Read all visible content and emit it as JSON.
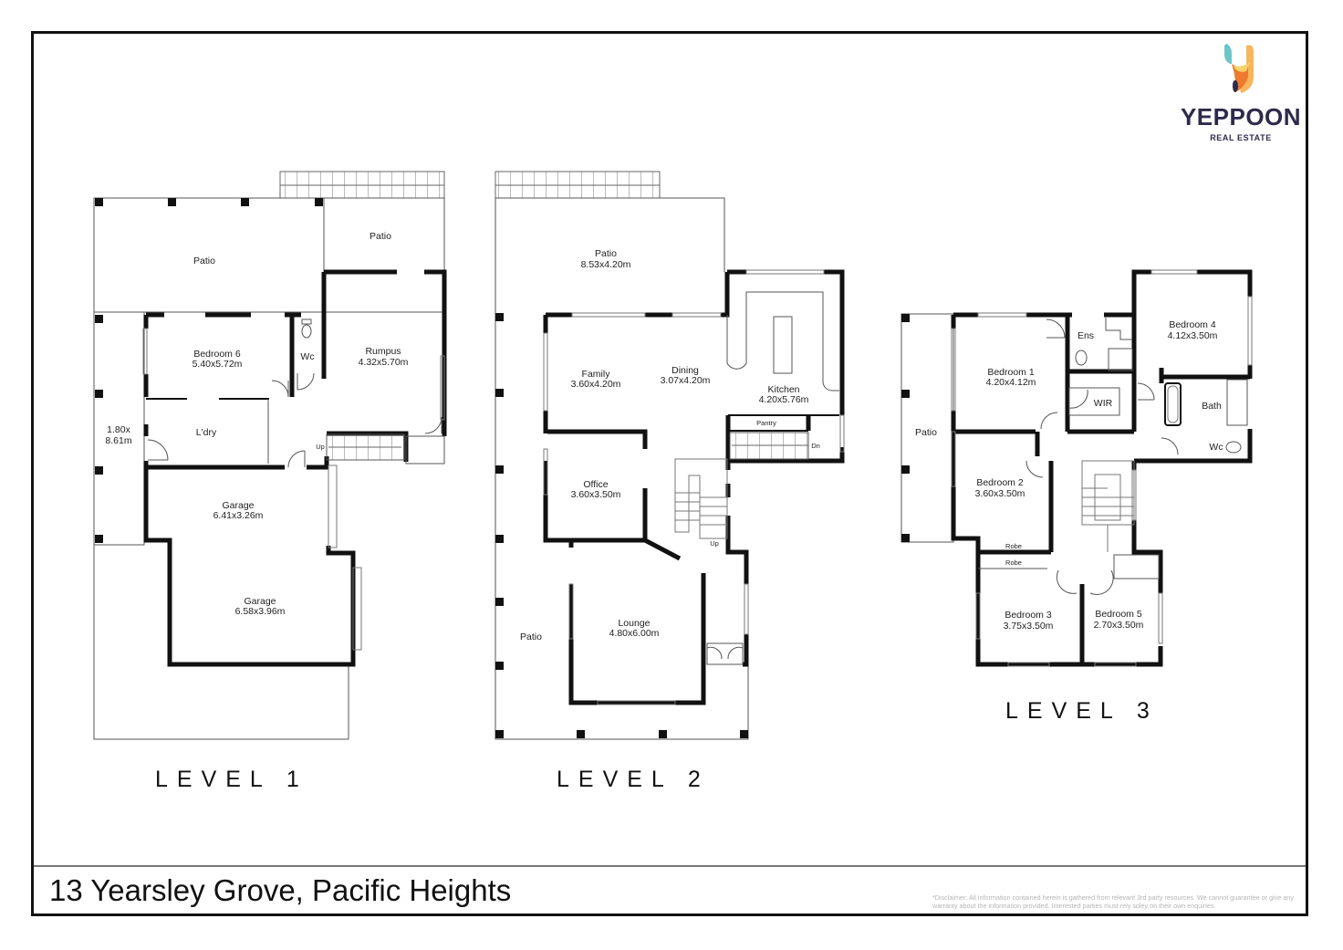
{
  "brand": {
    "name": "YEPPOON",
    "subtitle": "REAL ESTATE",
    "colors": {
      "teal": "#6cc5c7",
      "yellow": "#f7c85c",
      "orange": "#ee7a2e",
      "navy": "#2d2a4a"
    }
  },
  "address": "13 Yearsley Grove, Pacific Heights",
  "disclaimer": "*Disclaimer: All information contained herein is gathered from relevant 3rd party resources. We cannot guarantee or give any warranty about the information provided. Interested parties must rely soley on their own enquiries.",
  "levels": [
    {
      "label": "LEVEL 1",
      "rooms": [
        {
          "name": "Patio",
          "dims": ""
        },
        {
          "name": "Patio",
          "dims": ""
        },
        {
          "name": "Bedroom 6",
          "dims": "5.40x5.72m"
        },
        {
          "name": "Wc",
          "dims": ""
        },
        {
          "name": "Rumpus",
          "dims": "4.32x5.70m"
        },
        {
          "name": "1.80x",
          "dims": "8.61m"
        },
        {
          "name": "L'dry",
          "dims": ""
        },
        {
          "name": "Garage",
          "dims": "6.41x3.26m"
        },
        {
          "name": "Garage",
          "dims": "6.58x3.96m"
        }
      ],
      "stair_labels": [
        "Up"
      ]
    },
    {
      "label": "LEVEL 2",
      "rooms": [
        {
          "name": "Patio",
          "dims": "8.53x4.20m"
        },
        {
          "name": "Family",
          "dims": "3.60x4.20m"
        },
        {
          "name": "Dining",
          "dims": "3.07x4.20m"
        },
        {
          "name": "Kitchen",
          "dims": "4.20x5.76m"
        },
        {
          "name": "Pantry",
          "dims": ""
        },
        {
          "name": "Office",
          "dims": "3.60x3.50m"
        },
        {
          "name": "Lounge",
          "dims": "4.80x6.00m"
        },
        {
          "name": "Patio",
          "dims": ""
        }
      ],
      "stair_labels": [
        "Dn",
        "Up"
      ]
    },
    {
      "label": "LEVEL 3",
      "rooms": [
        {
          "name": "Patio",
          "dims": ""
        },
        {
          "name": "Bedroom 1",
          "dims": "4.20x4.12m"
        },
        {
          "name": "Ens",
          "dims": ""
        },
        {
          "name": "WIR",
          "dims": ""
        },
        {
          "name": "Bedroom 4",
          "dims": "4.12x3.50m"
        },
        {
          "name": "Bath",
          "dims": ""
        },
        {
          "name": "Wc",
          "dims": ""
        },
        {
          "name": "Bedroom 2",
          "dims": "3.60x3.50m"
        },
        {
          "name": "Robe",
          "dims": ""
        },
        {
          "name": "Robe",
          "dims": ""
        },
        {
          "name": "Bedroom 3",
          "dims": "3.75x3.50m"
        },
        {
          "name": "Bedroom 5",
          "dims": "2.70x3.50m"
        }
      ],
      "stair_labels": []
    }
  ]
}
